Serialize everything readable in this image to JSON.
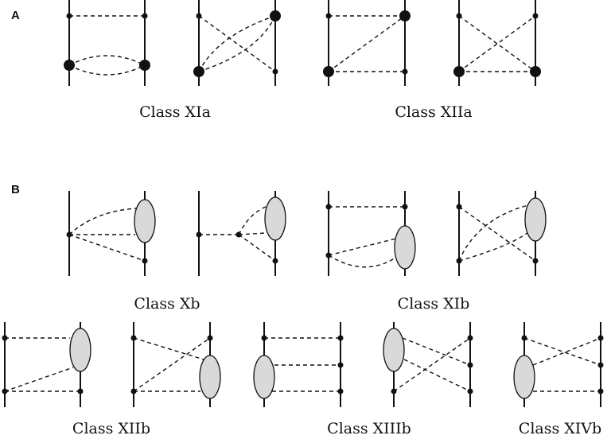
{
  "panels": {
    "a": {
      "label": "A"
    },
    "b": {
      "label": "B"
    }
  },
  "classes": {
    "xia": "Class XIa",
    "xiia": "Class XIIa",
    "xb": "Class Xb",
    "xib": "Class XIb",
    "xiib": "Class XIIb",
    "xiiib": "Class XIIIb",
    "xivb": "Class XIVb"
  },
  "colors": {
    "ink": "#111111",
    "blob_fill": "#d9d9d9",
    "background": "#ffffff"
  }
}
